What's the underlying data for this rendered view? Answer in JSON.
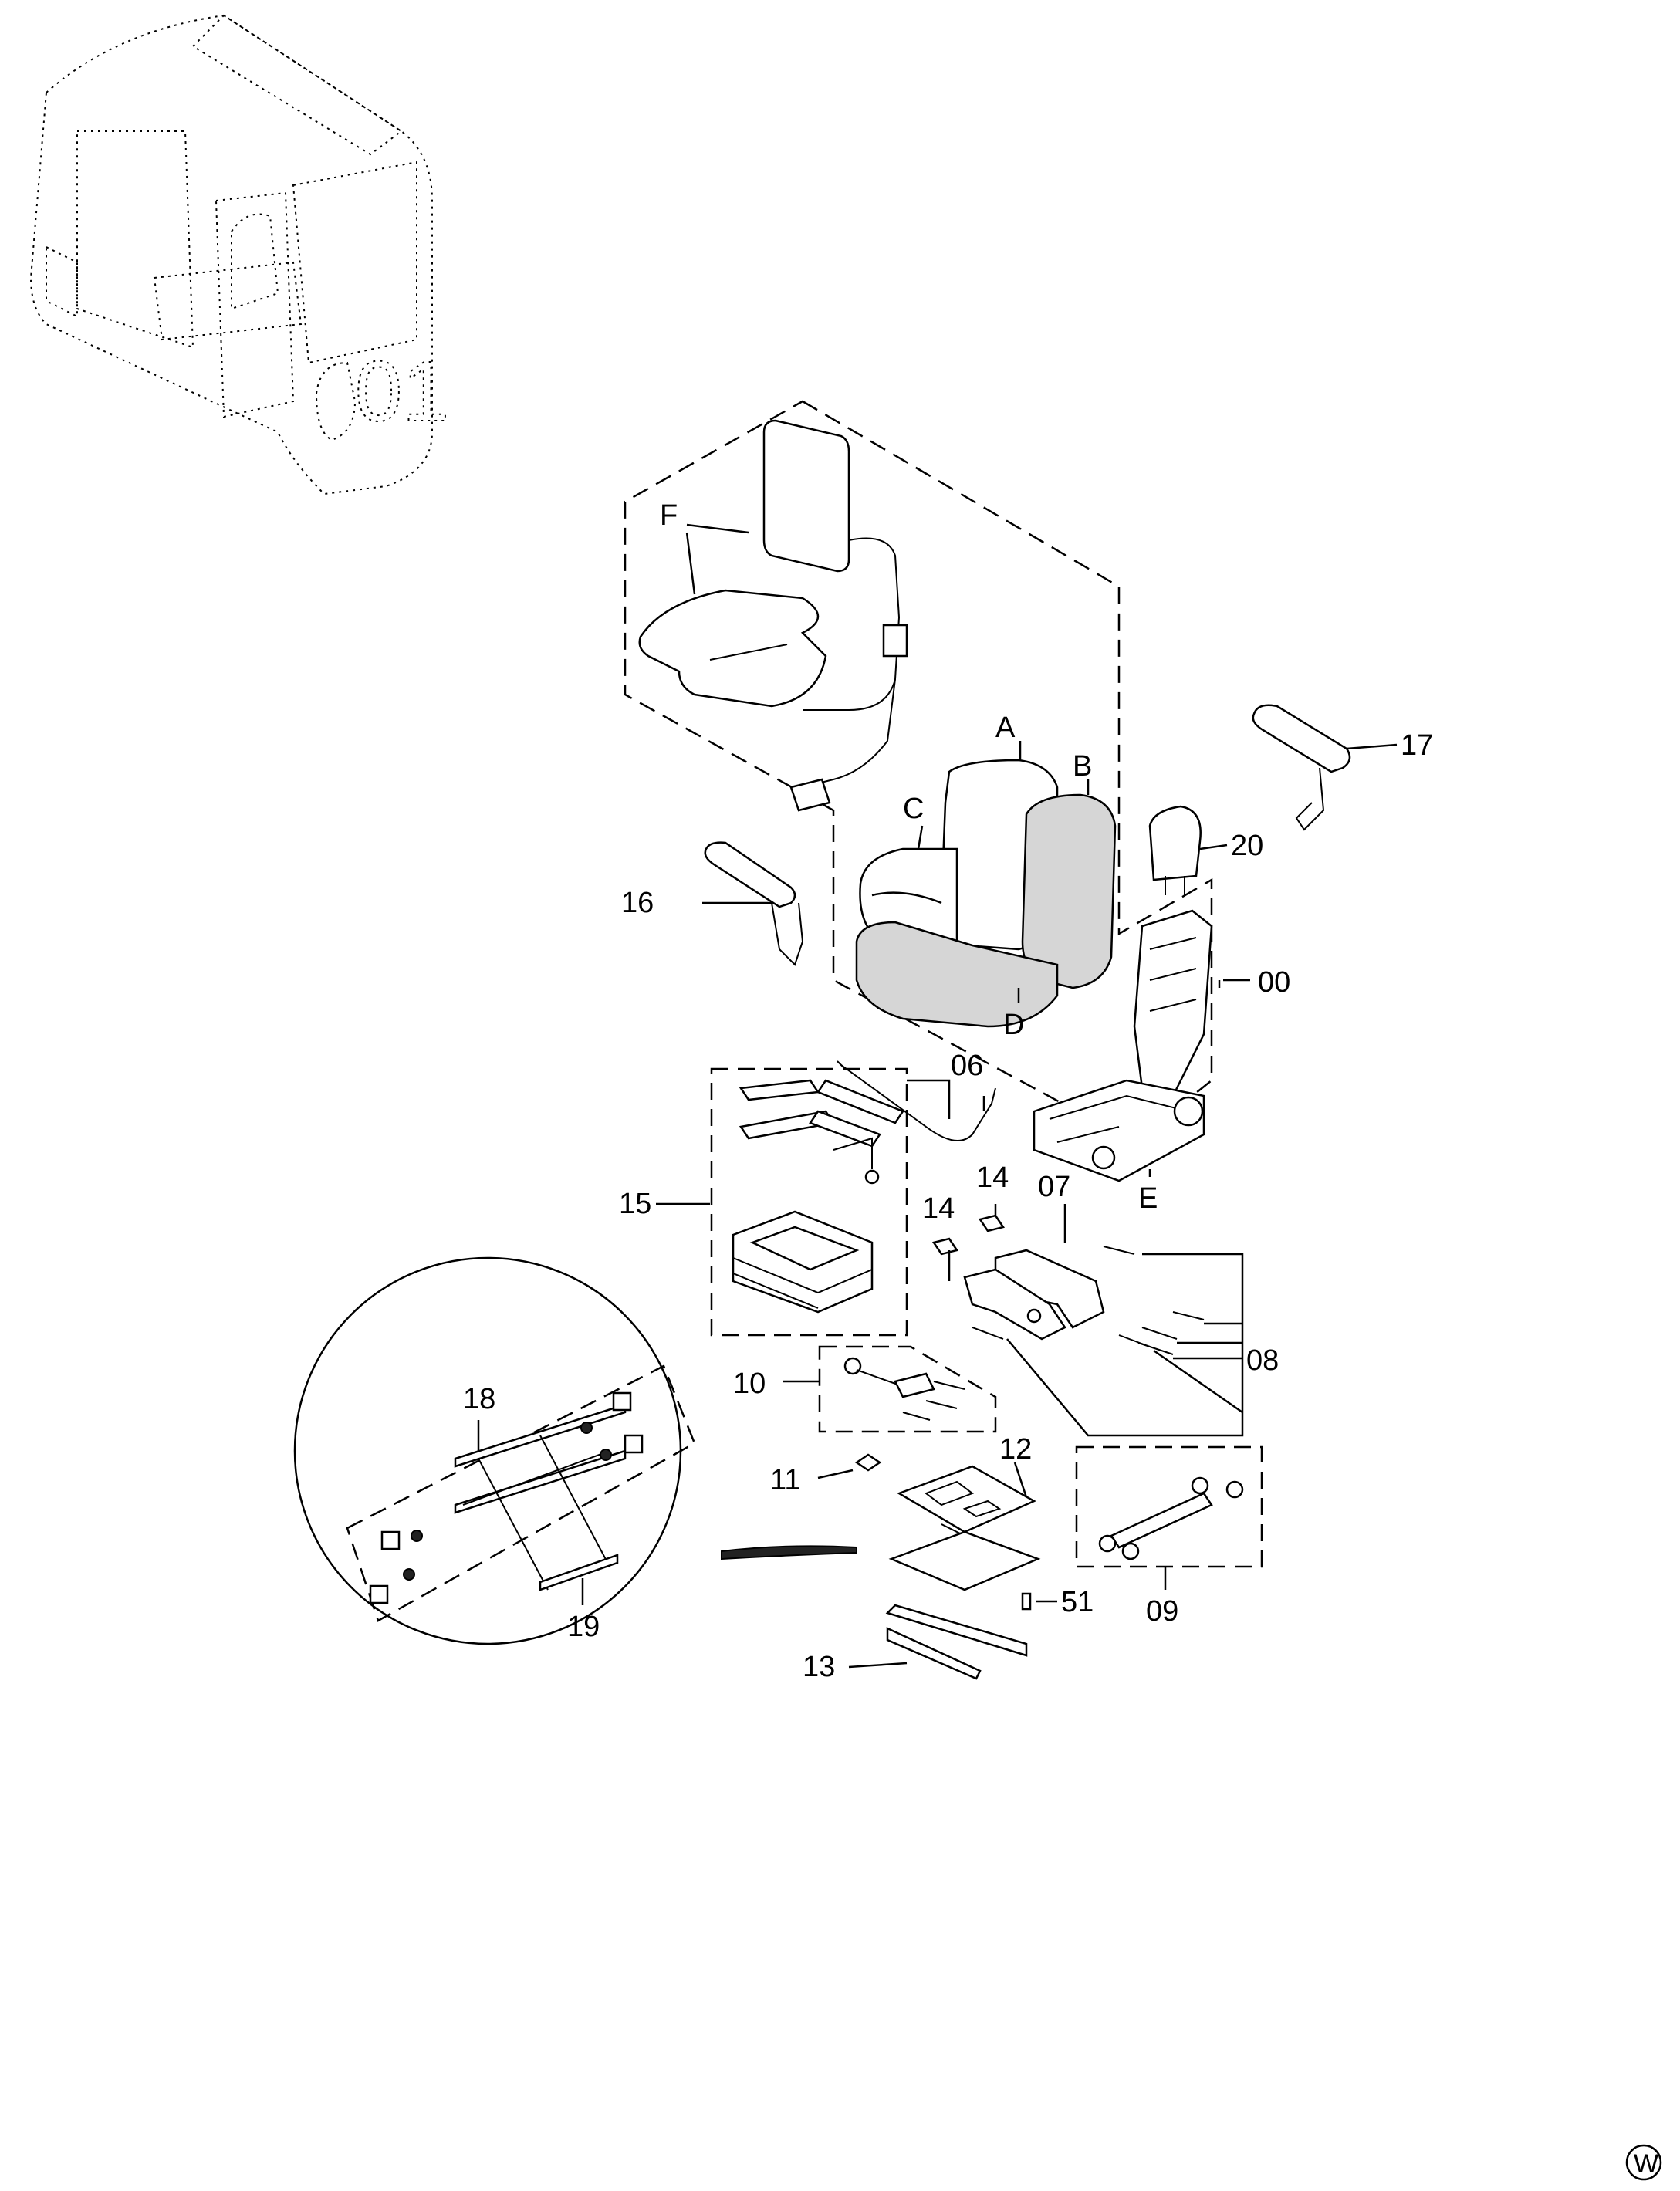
{
  "callouts": {
    "c00": "00",
    "c06": "06",
    "c07": "07",
    "c08": "08",
    "c09": "09",
    "c10": "10",
    "c11": "11",
    "c12": "12",
    "c13": "13",
    "c14a": "14",
    "c14b": "14",
    "c15": "15",
    "c16": "16",
    "c17": "17",
    "c18": "18",
    "c19": "19",
    "c20": "20",
    "c51": "51",
    "cA": "A",
    "cB": "B",
    "cC": "C",
    "cD": "D",
    "cE": "E",
    "cF": "F"
  },
  "cab_marking": "01",
  "corner_mark": "W"
}
